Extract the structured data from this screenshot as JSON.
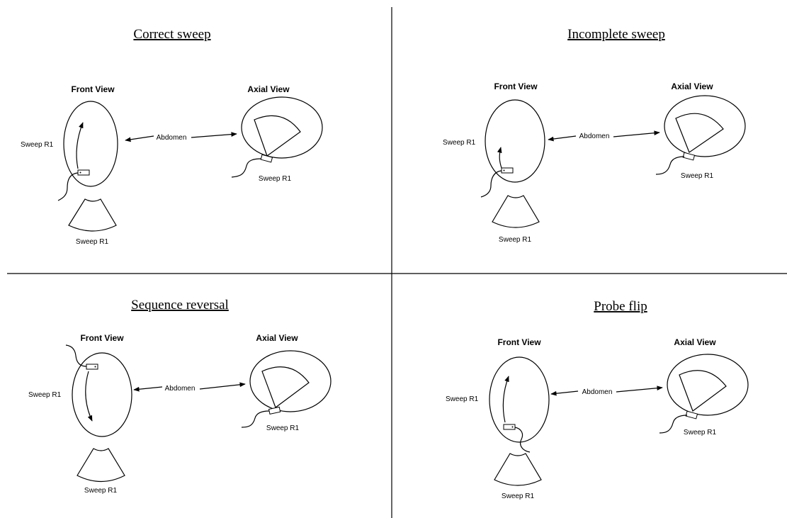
{
  "panels": [
    {
      "title": "Correct sweep",
      "front_header": "Front View",
      "axial_header": "Axial View",
      "abdomen_label": "Abdomen",
      "front_sweep_label": "Sweep R1",
      "fan_label": "Sweep R1",
      "axial_sweep_label": "Sweep R1"
    },
    {
      "title": "Incomplete sweep",
      "front_header": "Front View",
      "axial_header": "Axial View",
      "abdomen_label": "Abdomen",
      "front_sweep_label": "Sweep R1",
      "fan_label": "Sweep R1",
      "axial_sweep_label": "Sweep R1"
    },
    {
      "title": "Sequence reversal",
      "front_header": "Front View",
      "axial_header": "Axial View",
      "abdomen_label": "Abdomen",
      "front_sweep_label": "Sweep R1",
      "fan_label": "Sweep R1",
      "axial_sweep_label": "Sweep R1"
    },
    {
      "title": "Probe flip",
      "front_header": "Front View",
      "axial_header": "Axial View",
      "abdomen_label": "Abdomen",
      "front_sweep_label": "Sweep R1",
      "fan_label": "Sweep R1",
      "axial_sweep_label": "Sweep R1"
    }
  ]
}
